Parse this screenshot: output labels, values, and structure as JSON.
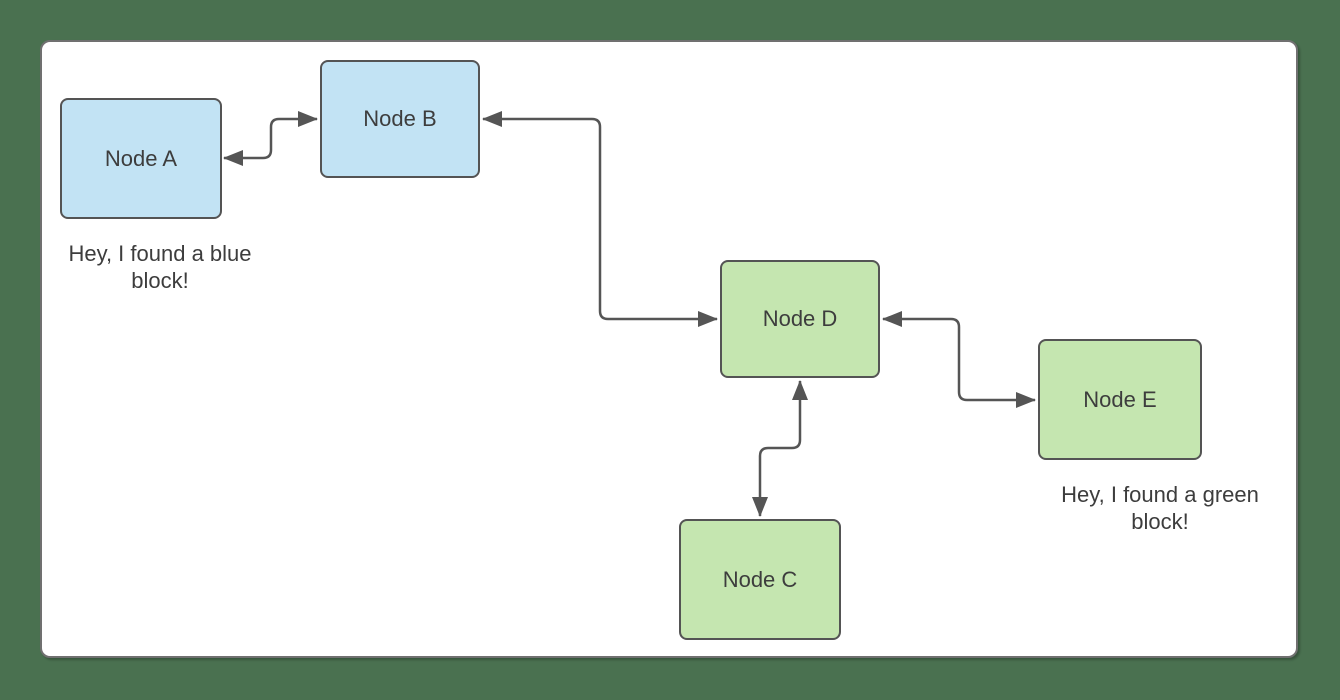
{
  "colors": {
    "background": "#4a7150",
    "canvas_fill": "#ffffff",
    "canvas_border": "#707070",
    "blue_node_fill": "#c2e3f4",
    "green_node_fill": "#c5e6b0",
    "node_border": "#545454",
    "connector": "#555555",
    "text": "#3d3d3d"
  },
  "diagram": {
    "nodes": [
      {
        "id": "A",
        "label": "Node A",
        "fill": "blue"
      },
      {
        "id": "B",
        "label": "Node B",
        "fill": "blue"
      },
      {
        "id": "C",
        "label": "Node C",
        "fill": "green"
      },
      {
        "id": "D",
        "label": "Node D",
        "fill": "green"
      },
      {
        "id": "E",
        "label": "Node E",
        "fill": "green"
      }
    ],
    "edges": [
      {
        "from": "A",
        "to": "B",
        "type": "elbow",
        "arrowheads": "both"
      },
      {
        "from": "B",
        "to": "D",
        "type": "elbow",
        "arrowheads": "both"
      },
      {
        "from": "D",
        "to": "E",
        "type": "elbow",
        "arrowheads": "both"
      },
      {
        "from": "D",
        "to": "C",
        "type": "elbow",
        "arrowheads": "both"
      }
    ],
    "captions": [
      {
        "near": "A",
        "text": "Hey, I found a blue block!"
      },
      {
        "near": "E",
        "text": "Hey, I found a green block!"
      }
    ]
  }
}
